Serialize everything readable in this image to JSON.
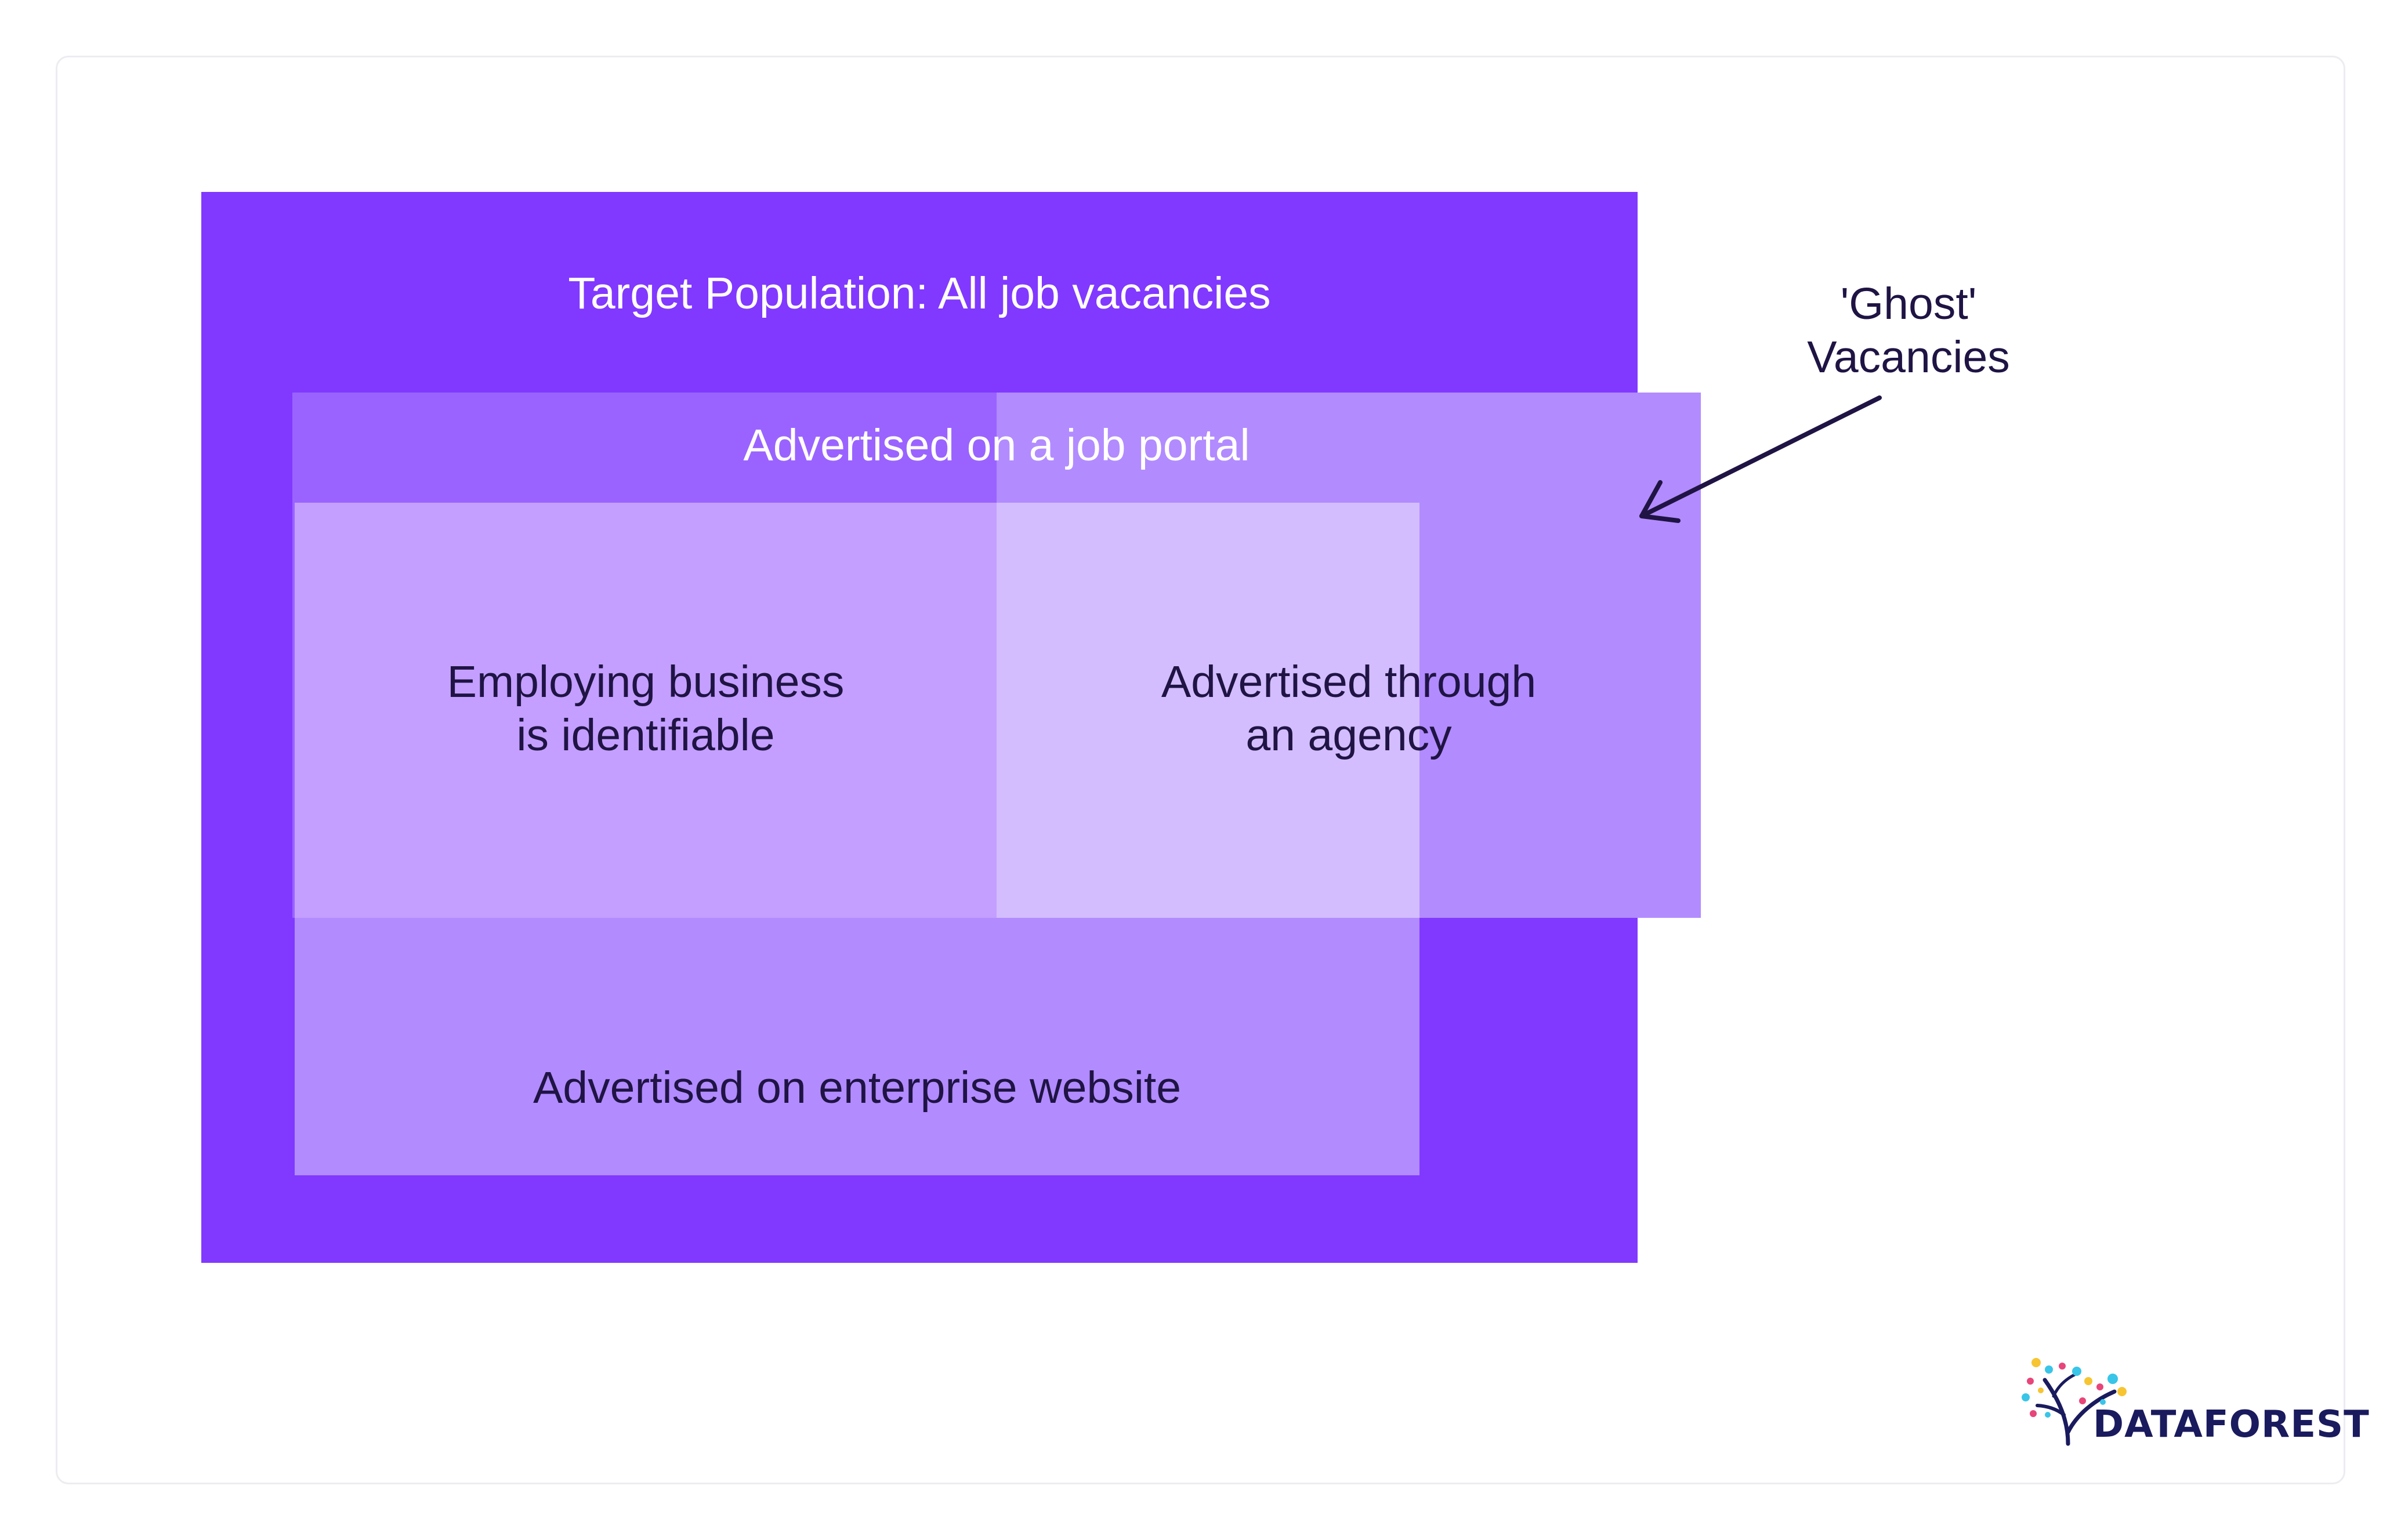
{
  "diagram": {
    "target": {
      "label": "Target Population: All job vacancies",
      "color": "#8138ff"
    },
    "portal": {
      "label": "Advertised on a job portal",
      "color": "#b28bff"
    },
    "employing": {
      "line1": "Employing business",
      "line2": "is identifiable"
    },
    "agency": {
      "line1": "Advertised through",
      "line2": "an agency"
    },
    "enterprise": {
      "label": "Advertised on enterprise website"
    },
    "ghost": {
      "line1": "'Ghost'",
      "line2": "Vacancies"
    }
  },
  "logo": {
    "text": "DATAFOREST",
    "icon": "tree-logo-icon"
  },
  "colors": {
    "text_dark": "#1f1444",
    "accent": "#8138ff"
  }
}
